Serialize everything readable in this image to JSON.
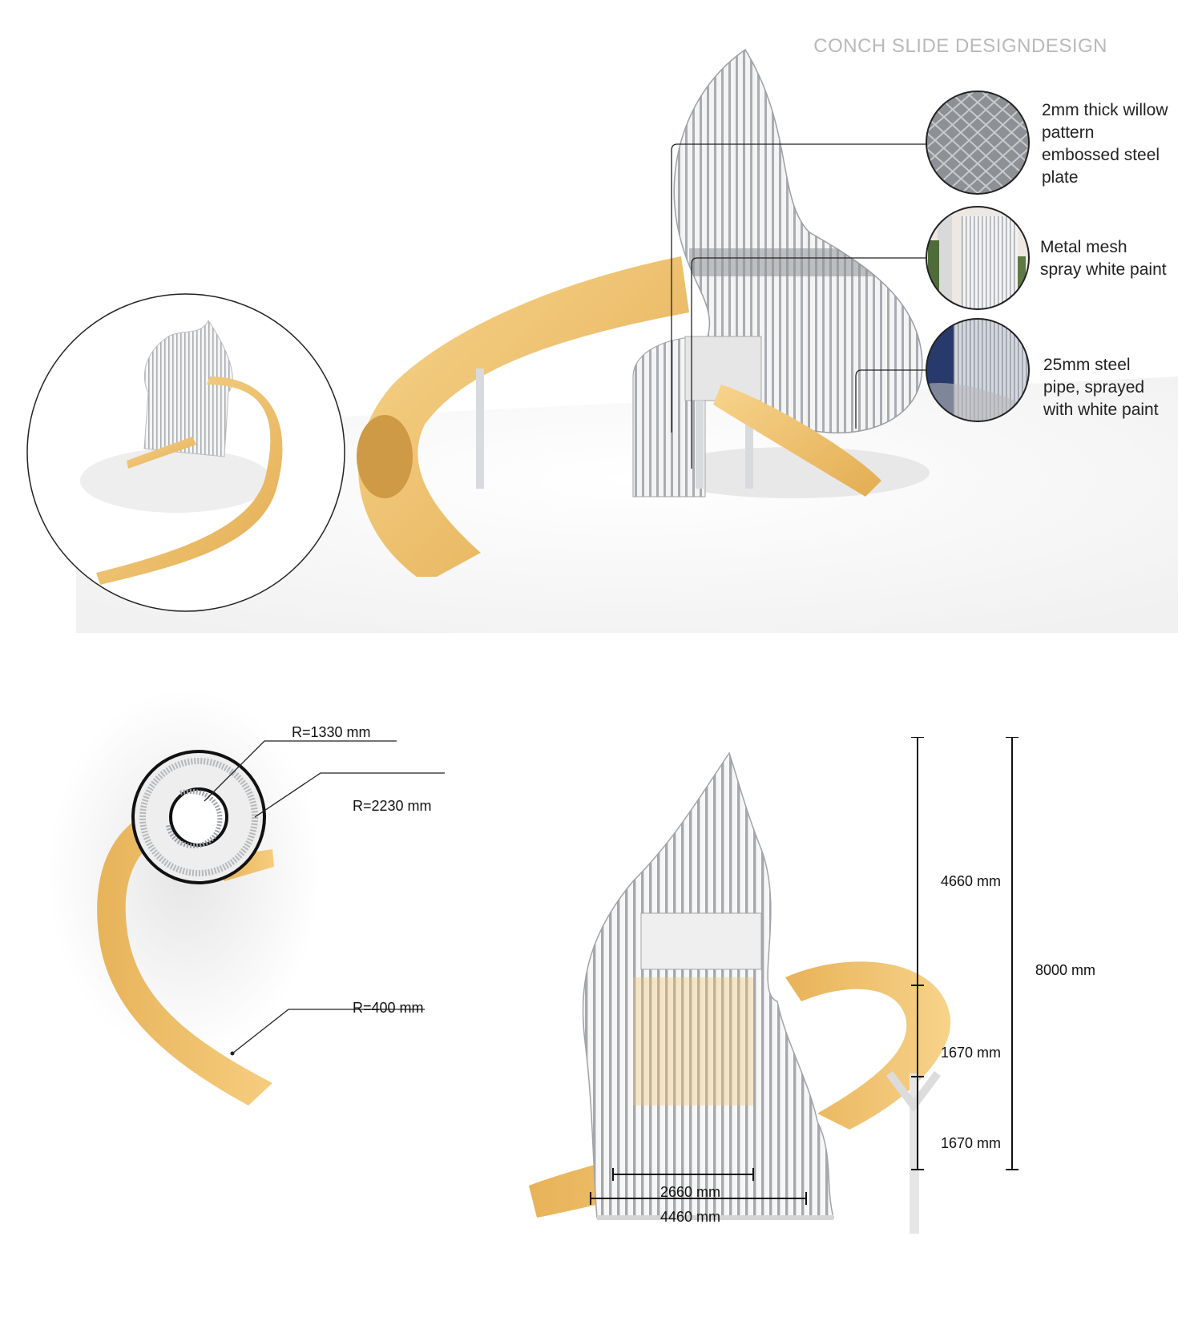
{
  "title": "CONCH SLIDE DESIGNDESIGN",
  "colors": {
    "slide": "#f2c46f",
    "slide_dark": "#e0ac4f",
    "steel": "#cfd2d5",
    "steel_dark": "#9ea3a8",
    "line": "#222222",
    "title": "#b9b9b9"
  },
  "materials": [
    {
      "label_lines": [
        "2mm thick willow",
        "pattern",
        "embossed steel",
        "plate"
      ],
      "swatch": "diamond-plate"
    },
    {
      "label_lines": [
        "Metal mesh",
        "spray white paint"
      ],
      "swatch": "metal-mesh"
    },
    {
      "label_lines": [
        "25mm steel",
        "pipe, sprayed",
        "with white paint"
      ],
      "swatch": "steel-pipe"
    }
  ],
  "plan_radii": [
    "R=1330 mm",
    "R=2230 mm",
    "R=400 mm"
  ],
  "elevation_heights": [
    "4660 mm",
    "1670 mm",
    "1670 mm"
  ],
  "elevation_total": "8000 mm",
  "elevation_widths": [
    "2660 mm",
    "4460 mm"
  ]
}
